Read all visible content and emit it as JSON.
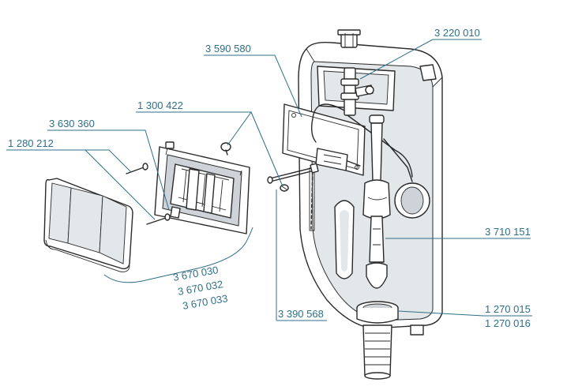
{
  "diagram": {
    "part_numbers": {
      "p3220010": "3 220 010",
      "p3590580": "3 590 580",
      "p1300422": "1 300 422",
      "p3630360": "3 630 360",
      "p1280212": "1 280 212",
      "p3710151": "3 710 151",
      "p3670030": "3 670 030",
      "p3670032": "3 670 032",
      "p3670033": "3 670 033",
      "p3390568": "3 390 568",
      "p1270015": "1 270 015",
      "p1270016": "1 270 016"
    },
    "colors": {
      "label": "#2f6f88",
      "ink": "#2a2a2a",
      "shade": "#e3e7ea"
    }
  }
}
